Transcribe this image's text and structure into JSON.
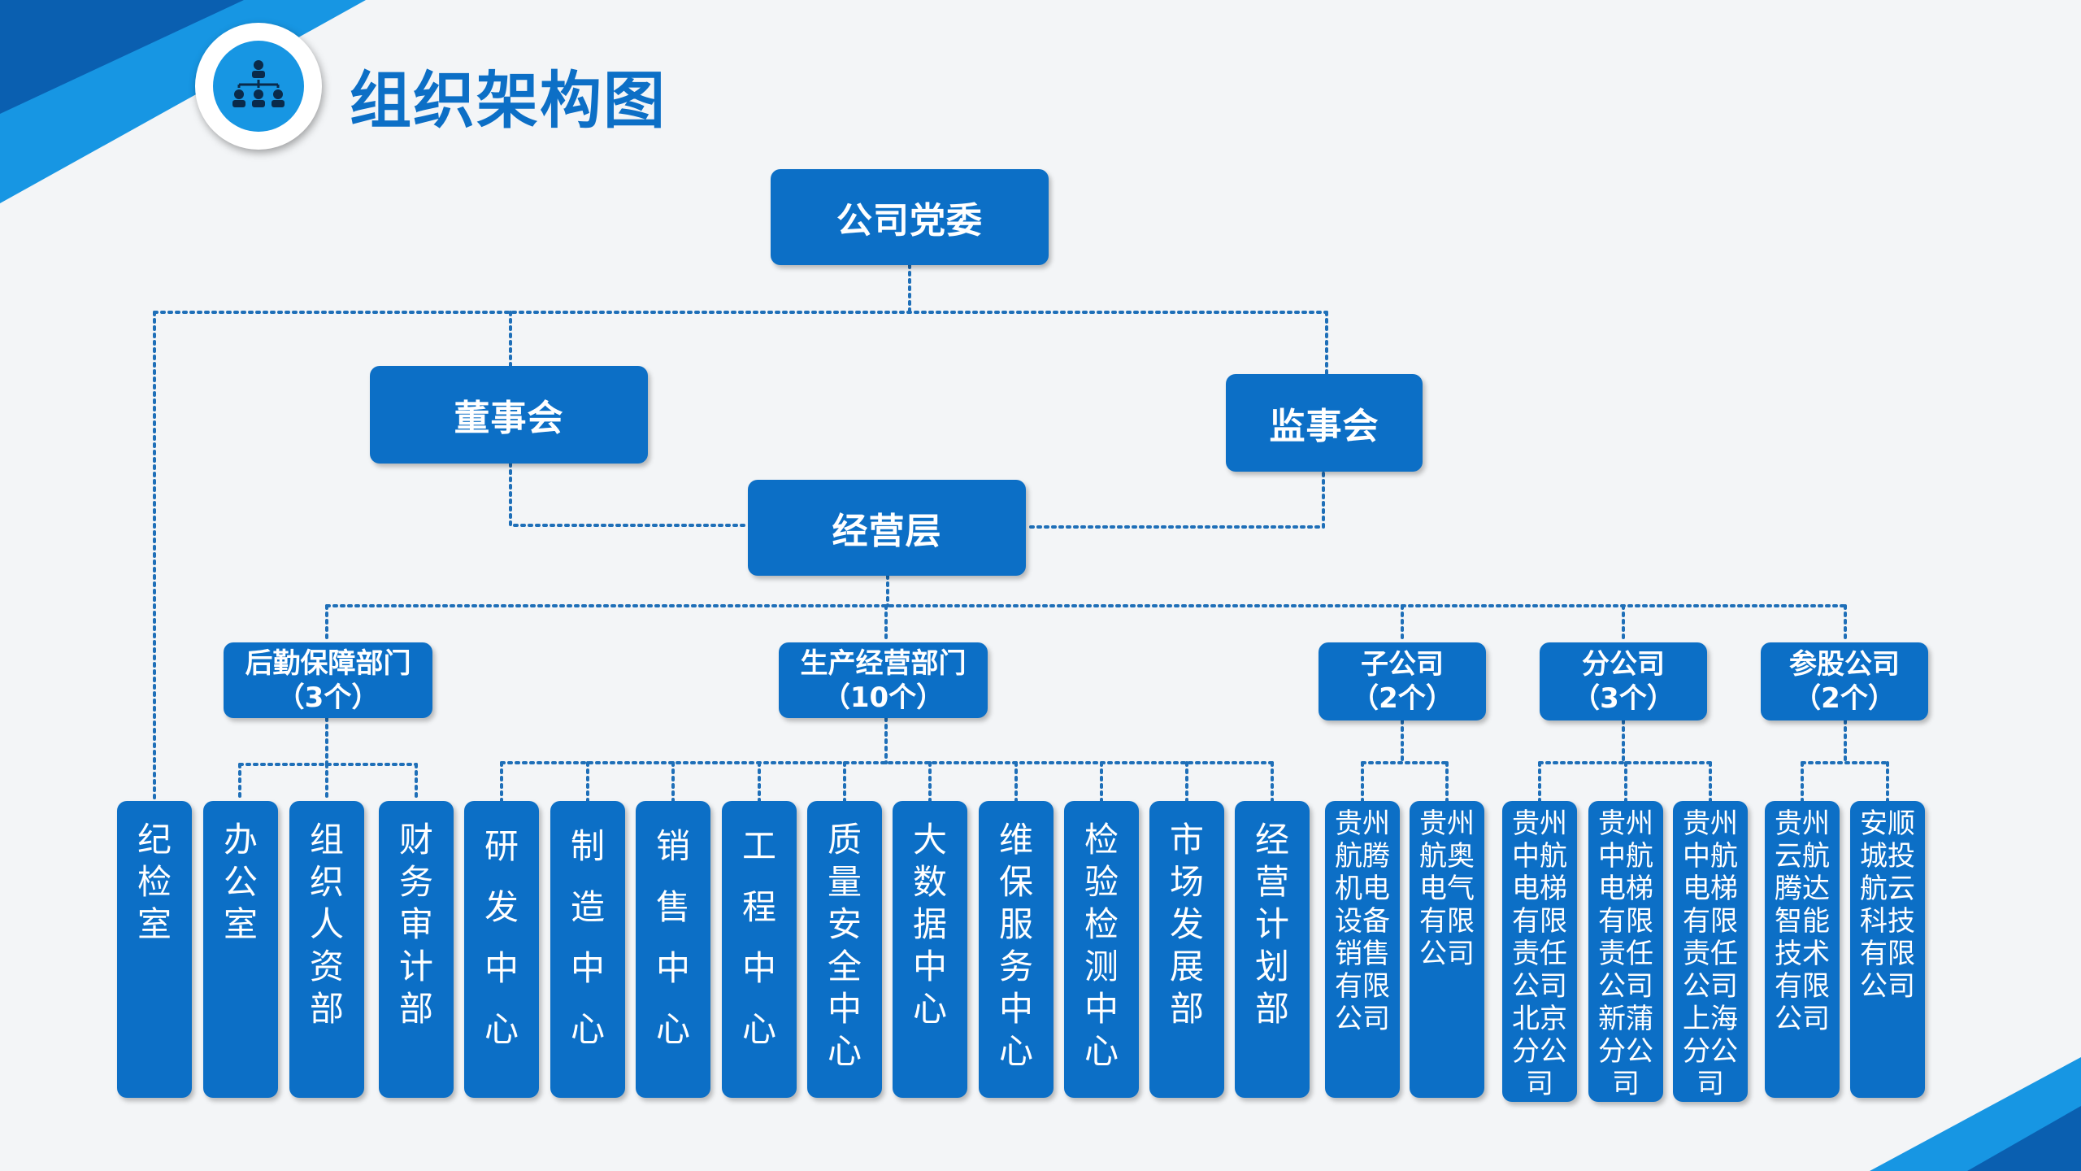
{
  "header": {
    "title": "组织架构图",
    "icon": "org-chart-icon"
  },
  "colors": {
    "node_fill": "#0c6fc6",
    "accent_light": "#1796e3",
    "accent_dark": "#0a5fb0",
    "background": "#f3f5f7",
    "connector": "#1e6fb8"
  },
  "nodes": {
    "party_committee": "公司党委",
    "board_of_directors": "董事会",
    "board_of_supervisors": "监事会",
    "management": "经营层"
  },
  "groups": [
    {
      "name": "后勤保障部门",
      "count": "（3个）"
    },
    {
      "name": "生产经营部门",
      "count": "（10个）"
    },
    {
      "name": "子公司",
      "count": "（2个）"
    },
    {
      "name": "分公司",
      "count": "（3个）"
    },
    {
      "name": "参股公司",
      "count": "（2个）"
    }
  ],
  "units": [
    "纪检室",
    "办公室",
    "组织人资部",
    "财务审计部",
    "研发中心",
    "制造中心",
    "销售中心",
    "工程中心",
    "质量安全中心",
    "大数据中心",
    "维保服务中心",
    "检验检测中心",
    "市场发展部",
    "经营计划部",
    "贵州航腾机电设备销售有限公司",
    "贵州航奥电气有限公司",
    "贵州中航电梯有限责任公司北京分公司",
    "贵州中航电梯有限责任公司新蒲分公司",
    "贵州中航电梯有限责任公司上海分公司",
    "贵州云航腾达智能技术有限公司",
    "安顺城投航云科技有限公司"
  ]
}
